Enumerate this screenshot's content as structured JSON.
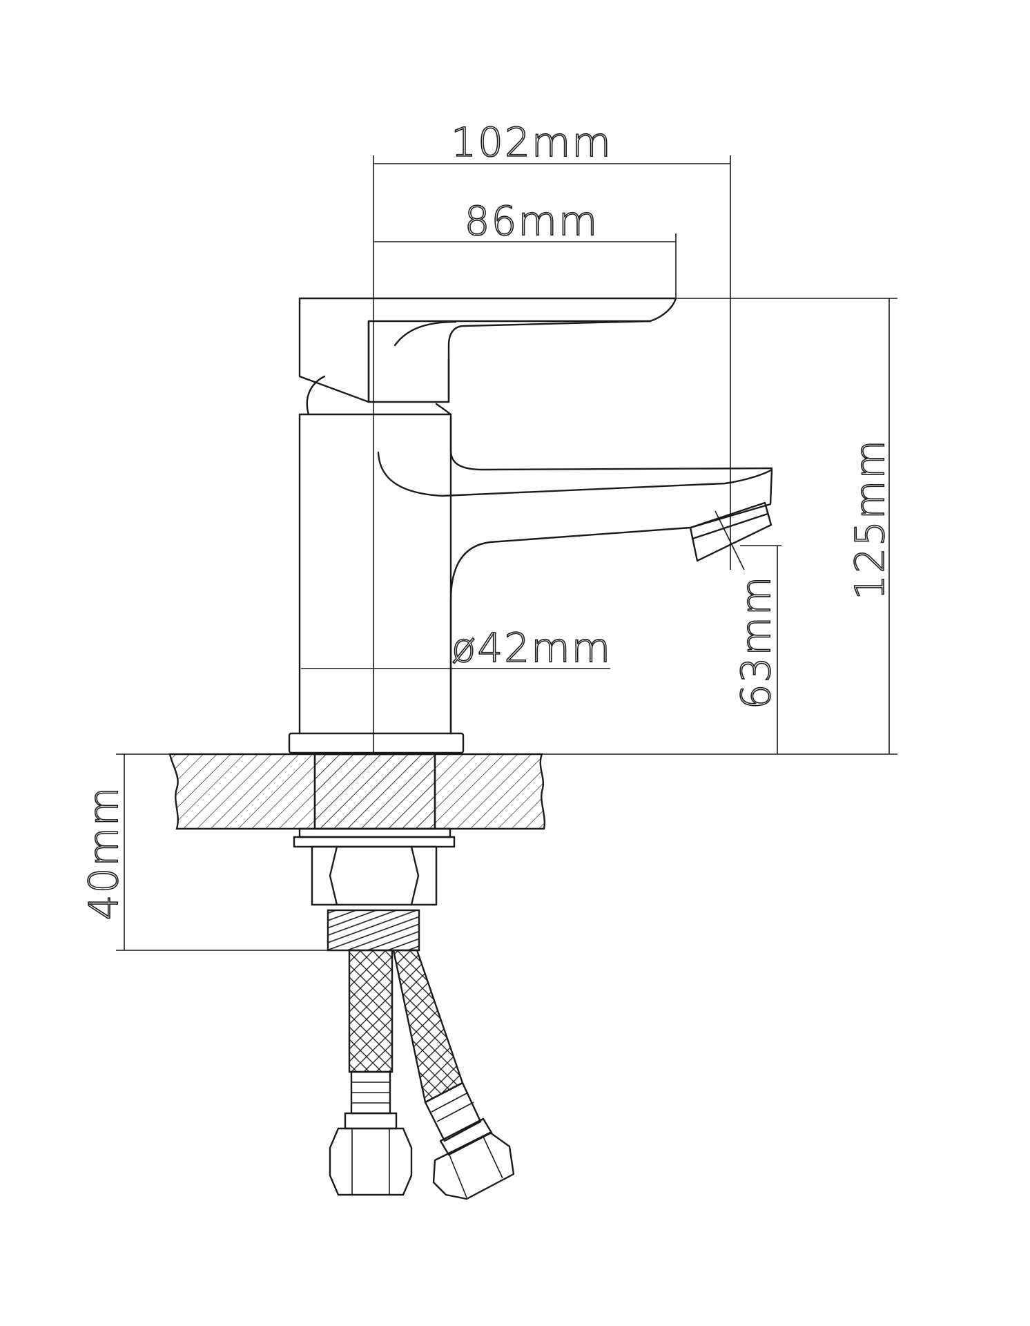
{
  "title": "",
  "dimensions": {
    "width_total": "102mm",
    "width_spout": "86mm",
    "height_total": "125mm",
    "height_spout": "63mm",
    "body_diameter": "ø42mm",
    "below_counter": "40mm"
  },
  "colors": {
    "line": "#1a1a1a",
    "background": "#ffffff"
  }
}
